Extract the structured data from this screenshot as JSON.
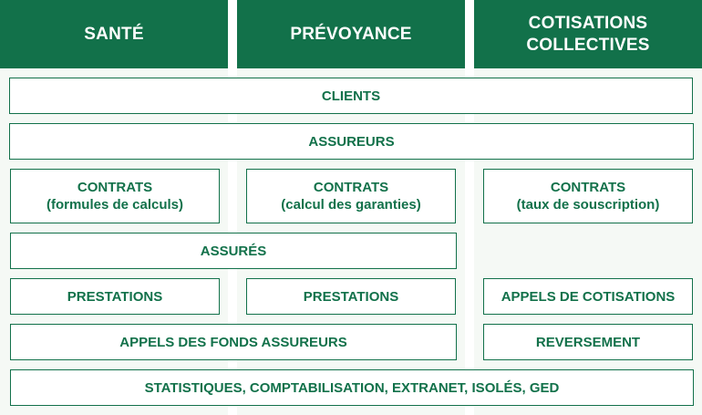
{
  "headers": {
    "sante": "SANTÉ",
    "prevoyance": "PRÉVOYANCE",
    "cotisations_line1": "COTISATIONS",
    "cotisations_line2": "COLLECTIVES"
  },
  "rows": {
    "clients": "CLIENTS",
    "assureurs": "ASSUREURS",
    "contrats_sante_title": "CONTRATS",
    "contrats_sante_sub": "(formules de calculs)",
    "contrats_prevoyance_title": "CONTRATS",
    "contrats_prevoyance_sub": "(calcul des garanties)",
    "contrats_cotisations_title": "CONTRATS",
    "contrats_cotisations_sub": "(taux de souscription)",
    "assures": "ASSURÉS",
    "prestations_sante": "PRESTATIONS",
    "prestations_prevoyance": "PRESTATIONS",
    "appels_cotisations": "APPELS DE COTISATIONS",
    "appels_fonds": "APPELS DES FONDS ASSUREURS",
    "reversement": "REVERSEMENT",
    "statistiques": "STATISTIQUES, COMPTABILISATION, EXTRANET, ISOLÉS, GED"
  },
  "colors": {
    "brand_green": "#12714a",
    "column_tint": "#f5f9f5",
    "background": "#ffffff"
  }
}
